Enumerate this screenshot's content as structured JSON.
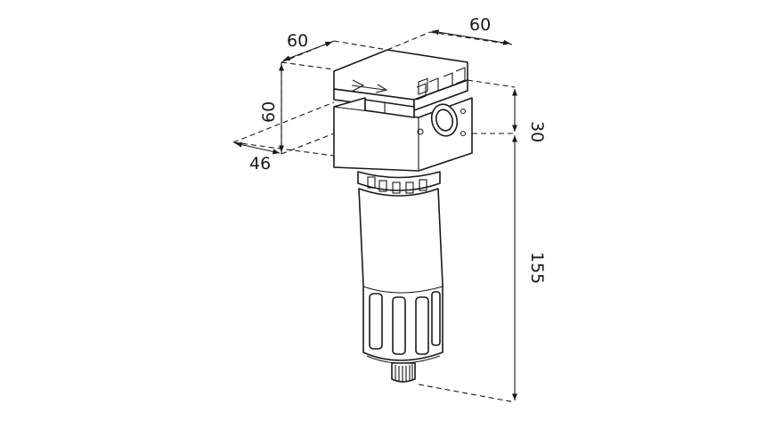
{
  "dimensions": {
    "top_left_width": "60",
    "top_right_depth": "60",
    "left_height": "60",
    "bottom_left_depth": "46",
    "head_height": "30",
    "total_height": "155"
  },
  "colors": {
    "line": "#1a1a1a",
    "background": "#ffffff"
  }
}
